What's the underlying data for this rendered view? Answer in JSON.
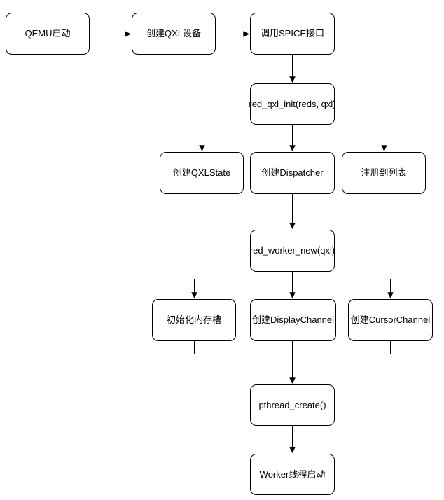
{
  "diagram": {
    "type": "flowchart",
    "background_color": "#ffffff",
    "node_fill_color": "#ffffff",
    "node_border_color": "#000000",
    "connector_color": "#000000",
    "text_color": "#000000",
    "nodes": [
      {
        "id": "qemu-start",
        "label": "QEMU启动"
      },
      {
        "id": "create-qxl-device",
        "label": "创建QXL设备"
      },
      {
        "id": "call-spice-api",
        "label": "调用SPICE接口"
      },
      {
        "id": "red-qxl-init",
        "label": "red_qxl_init(reds, qxl)"
      },
      {
        "id": "create-qxlstate",
        "label": "创建QXLState"
      },
      {
        "id": "create-dispatcher",
        "label": "创建Dispatcher"
      },
      {
        "id": "register-to-list",
        "label": "注册到列表"
      },
      {
        "id": "red-worker-new",
        "label": "red_worker_new(qxl)"
      },
      {
        "id": "init-memslots",
        "label": "初始化内存槽"
      },
      {
        "id": "create-displaychannel",
        "label": "创建DisplayChannel"
      },
      {
        "id": "create-cursorchannel",
        "label": "创建CursorChannel"
      },
      {
        "id": "pthread-create",
        "label": "pthread_create()"
      },
      {
        "id": "worker-thread-start",
        "label": "Worker线程启动"
      }
    ],
    "edges": [
      {
        "from": "qemu-start",
        "to": "create-qxl-device"
      },
      {
        "from": "create-qxl-device",
        "to": "call-spice-api"
      },
      {
        "from": "call-spice-api",
        "to": "red-qxl-init"
      },
      {
        "from": "red-qxl-init",
        "to": "create-qxlstate"
      },
      {
        "from": "red-qxl-init",
        "to": "create-dispatcher"
      },
      {
        "from": "red-qxl-init",
        "to": "register-to-list"
      },
      {
        "from": "create-qxlstate",
        "to": "red-worker-new"
      },
      {
        "from": "create-dispatcher",
        "to": "red-worker-new"
      },
      {
        "from": "register-to-list",
        "to": "red-worker-new"
      },
      {
        "from": "red-worker-new",
        "to": "init-memslots"
      },
      {
        "from": "red-worker-new",
        "to": "create-displaychannel"
      },
      {
        "from": "red-worker-new",
        "to": "create-cursorchannel"
      },
      {
        "from": "init-memslots",
        "to": "pthread-create"
      },
      {
        "from": "create-displaychannel",
        "to": "pthread-create"
      },
      {
        "from": "create-cursorchannel",
        "to": "pthread-create"
      },
      {
        "from": "pthread-create",
        "to": "worker-thread-start"
      }
    ]
  }
}
